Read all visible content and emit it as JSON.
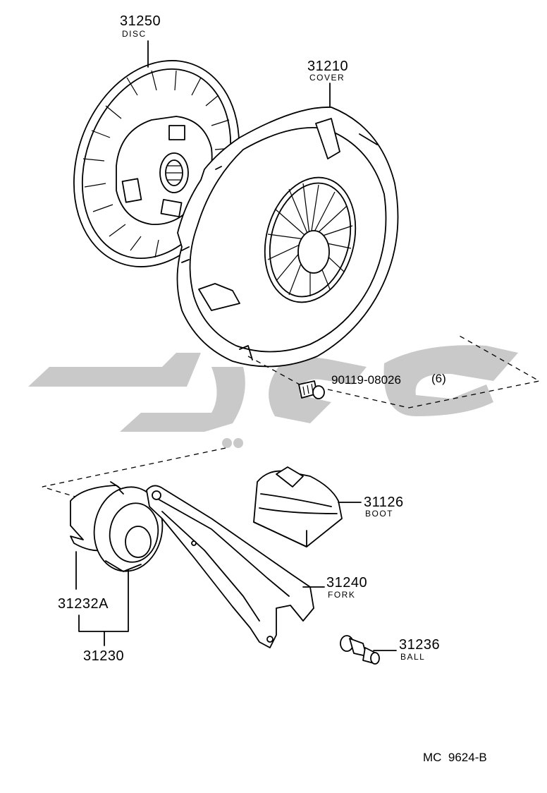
{
  "diagram": {
    "parts": [
      {
        "id": "disc",
        "number": "31250",
        "name": "DISC"
      },
      {
        "id": "cover",
        "number": "31210",
        "name": "COVER"
      },
      {
        "id": "bolt",
        "number": "90119-08026",
        "qty": "(6)"
      },
      {
        "id": "boot",
        "number": "31126",
        "name": "BOOT"
      },
      {
        "id": "fork",
        "number": "31240",
        "name": "FORK"
      },
      {
        "id": "bearing-sub",
        "number": "31232A"
      },
      {
        "id": "bearing-assy",
        "number": "31230"
      },
      {
        "id": "ball",
        "number": "31236",
        "name": "BALL"
      }
    ],
    "drawing_code": "MC  9624-B"
  }
}
